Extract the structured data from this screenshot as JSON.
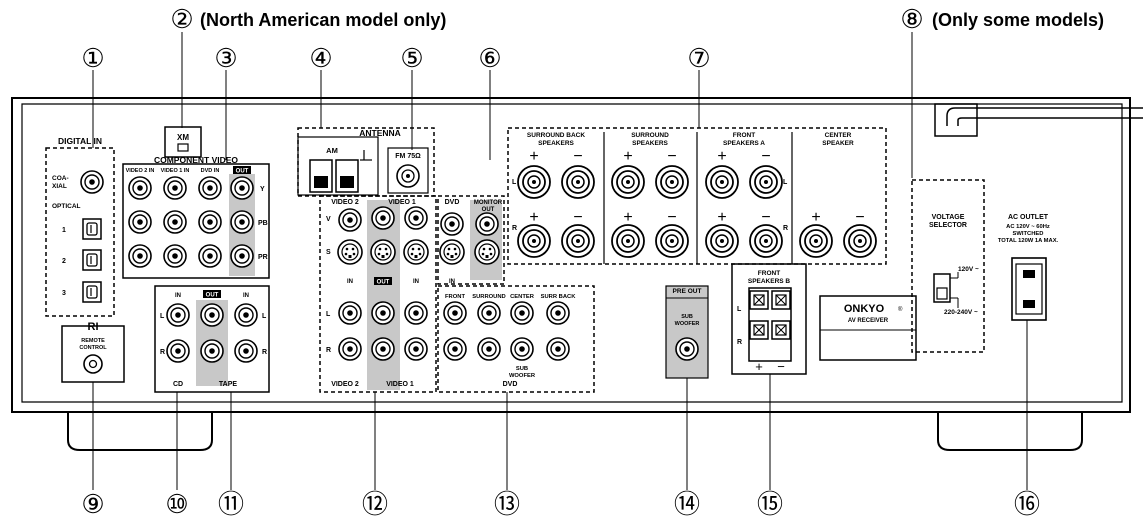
{
  "callouts": {
    "c1": "①",
    "c2": "②",
    "c3": "③",
    "c4": "④",
    "c5": "⑤",
    "c6": "⑥",
    "c7": "⑦",
    "c8": "⑧",
    "c9": "⑨",
    "c10": "⑩",
    "c11": "⑪",
    "c12": "⑫",
    "c13": "⑬",
    "c14": "⑭",
    "c15": "⑮",
    "c16": "⑯"
  },
  "notes": {
    "north_american": "(North American model only)",
    "some_models": "(Only some models)"
  },
  "digital_in": {
    "title": "DIGITAL IN",
    "coaxial_1": "COA-",
    "coaxial_2": "XIAL",
    "optical": "OPTICAL",
    "opt1": "1",
    "opt2": "2",
    "opt3": "3"
  },
  "xm": {
    "label": "XM"
  },
  "component_video": {
    "title": "COMPONENT VIDEO",
    "video2_in": "VIDEO 2 IN",
    "video1_in": "VIDEO 1 IN",
    "dvd_in": "DVD IN",
    "out": "OUT",
    "y": "Y",
    "pb": "PB",
    "pr": "PR"
  },
  "antenna": {
    "title": "ANTENNA",
    "am": "AM",
    "fm": "FM 75Ω"
  },
  "video_block": {
    "video2": "VIDEO 2",
    "video1": "VIDEO 1",
    "dvd": "DVD",
    "monitor_1": "MONITOR",
    "monitor_2": "OUT",
    "v": "V",
    "s": "S",
    "l": "L",
    "r": "R",
    "in": "IN",
    "out": "OUT",
    "video2_bottom": "VIDEO 2",
    "video1_bottom": "VIDEO 1"
  },
  "dvd_block": {
    "front": "FRONT",
    "surround": "SURROUND",
    "center": "CENTER",
    "surr_back": "SURR BACK",
    "sub_1": "SUB",
    "sub_2": "WOOFER",
    "dvd": "DVD"
  },
  "speakers": {
    "surround_back_1": "SURROUND BACK",
    "surround_back_2": "SPEAKERS",
    "surround_1": "SURROUND",
    "surround_2": "SPEAKERS",
    "front_a_1": "FRONT",
    "front_a_2": "SPEAKERS A",
    "center_1": "CENTER",
    "center_2": "SPEAKER",
    "plus": "+",
    "minus": "−",
    "l": "L",
    "r": "R"
  },
  "cd_tape": {
    "in": "IN",
    "out": "OUT",
    "l": "L",
    "r": "R",
    "cd": "CD",
    "tape": "TAPE"
  },
  "remote": {
    "title": "REMOTE",
    "title2": "CONTROL",
    "ri": "RI"
  },
  "preout": {
    "title": "PRE OUT",
    "sub_1": "SUB",
    "sub_2": "WOOFER"
  },
  "front_b": {
    "title_1": "FRONT",
    "title_2": "SPEAKERS B",
    "l": "L",
    "r": "R",
    "plus": "+",
    "minus": "−"
  },
  "brand": {
    "name": "ONKYO",
    "reg": "®",
    "sub": "AV RECEIVER"
  },
  "voltage": {
    "title_1": "VOLTAGE",
    "title_2": "SELECTOR",
    "v120": "120V ~",
    "v220": "220-240V ~"
  },
  "ac_outlet": {
    "title": "AC OUTLET",
    "line1": "AC 120V ~ 60Hz",
    "line2": "SWITCHED",
    "line3": "TOTAL 120W 1A  MAX."
  }
}
